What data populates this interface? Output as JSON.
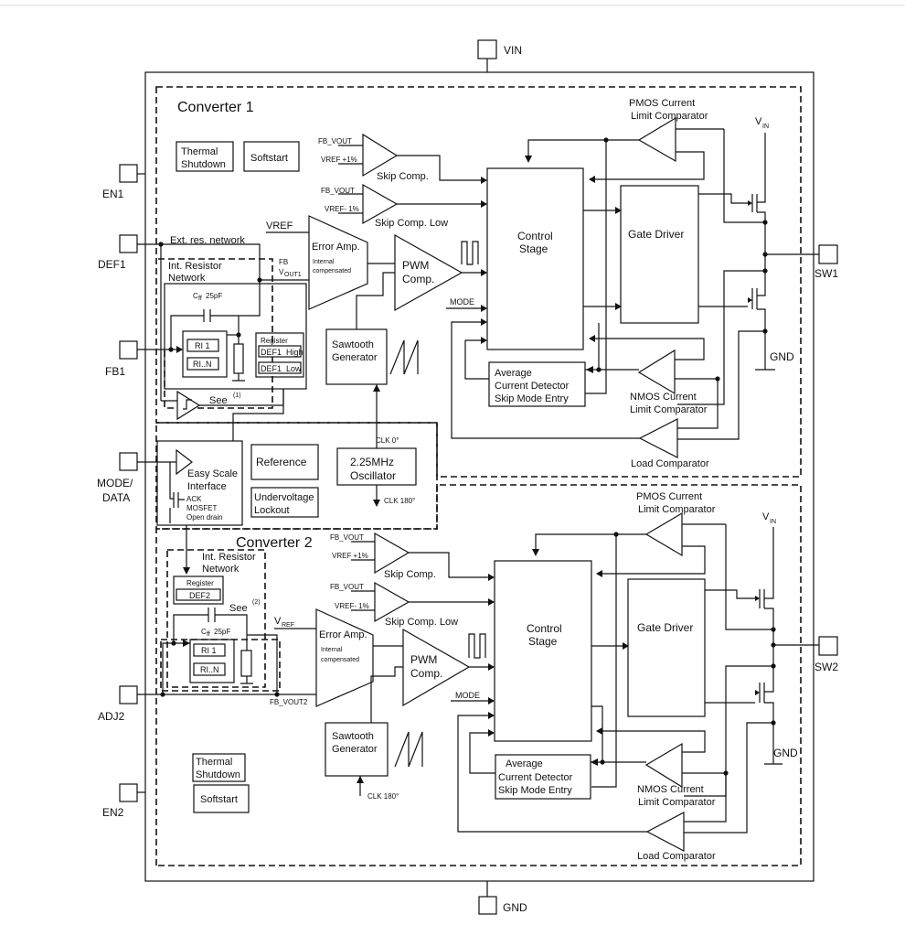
{
  "pins": {
    "vin": "VIN",
    "gnd": "GND",
    "en1": "EN1",
    "def1": "DEF1",
    "fb1": "FB1",
    "mode": "MODE/",
    "data": "DATA",
    "adj2": "ADJ2",
    "en2": "EN2",
    "sw1": "SW1",
    "sw2": "SW2"
  },
  "converter1": {
    "title": "Converter 1",
    "thermal": [
      "Thermal",
      "Shutdown"
    ],
    "softstart": "Softstart",
    "skip_in_a": "FB_VOUT",
    "skip_in_b": "VREF +1%",
    "skip_label": "Skip Comp.",
    "skiplow_in_a": "FB_VOUT",
    "skiplow_in_b": "VREF- 1%",
    "skiplow_label": "Skip Comp. Low",
    "vref": "VREF",
    "error_amp": "Error Amp.",
    "internal": [
      "Internal",
      "compensated"
    ],
    "fb": "FB",
    "vout1": "V",
    "vout1_sub": "OUT1",
    "pwm": [
      "PWM",
      "Comp."
    ],
    "mode_sig": "MODE",
    "control": [
      "Control",
      "Stage"
    ],
    "gate_driver": "Gate Driver",
    "pmos": [
      "PMOS Current",
      "Limit Comparator"
    ],
    "nmos": [
      "NMOS Current",
      "Limit Comparator"
    ],
    "load_comp": "Load Comparator",
    "vin": "V",
    "vin_sub": "IN",
    "gnd": "GND",
    "ext_res": "Ext. res. network",
    "int_res": [
      "Int. Resistor",
      "Network"
    ],
    "cff": "C",
    "cff_sub": "ff",
    "cff_val": "25pF",
    "r1": "RI 1",
    "rn": "RI..N",
    "register": "Register",
    "def1_high": "DEF1_High",
    "def1_low": "DEF1_Low",
    "see": "See",
    "see_note": "(1)",
    "sawtooth": [
      "Sawtooth",
      "Generator"
    ],
    "avg": [
      "Average",
      "Current Detector",
      "Skip Mode Entry"
    ],
    "clk": "CLK 0°"
  },
  "shared": {
    "easy_scale": [
      "Easy Scale",
      "Interface"
    ],
    "ack": [
      "ACK",
      "MOSFET",
      "Open drain"
    ],
    "reference": "Reference",
    "uvlo": [
      "Undervoltage",
      "Lockout"
    ],
    "oscillator": [
      "2.25MHz",
      "Oscillator"
    ],
    "clk180": "CLK 180°"
  },
  "converter2": {
    "title": "Converter 2",
    "int_res": [
      "Int. Resistor",
      "Network"
    ],
    "register": "Register",
    "def2": "DEF2",
    "see": "See",
    "see_note": "(2)",
    "cff": "C",
    "cff_sub": "ff",
    "cff_val": "25pF",
    "r1": "RI 1",
    "rn": "RI..N",
    "vref": "V",
    "vref_sub": "REF",
    "fb_vout2": "FB_VOUT2",
    "skip_in_a": "FB_VOUT",
    "skip_in_b": "VREF +1%",
    "skip_label": "Skip Comp.",
    "skiplow_in_a": "FB_VOUT",
    "skiplow_in_b": "VREF- 1%",
    "skiplow_label": "Skip Comp. Low",
    "error_amp": "Error Amp.",
    "internal": [
      "Internal",
      "compensated"
    ],
    "pwm": [
      "PWM",
      "Comp."
    ],
    "mode_sig": "MODE",
    "control": [
      "Control",
      "Stage"
    ],
    "gate_driver": "Gate Driver",
    "pmos": [
      "PMOS Current",
      "Limit Comparator"
    ],
    "nmos": [
      "NMOS Current",
      "Limit Comparator"
    ],
    "load_comp": "Load Comparator",
    "vin": "V",
    "vin_sub": "IN",
    "gnd": "GND",
    "sawtooth": [
      "Sawtooth",
      "Generator"
    ],
    "avg": [
      "Average",
      "Current Detector",
      "Skip Mode Entry"
    ],
    "clk": "CLK 180°",
    "thermal": [
      "Thermal",
      "Shutdown"
    ],
    "softstart": "Softstart"
  }
}
